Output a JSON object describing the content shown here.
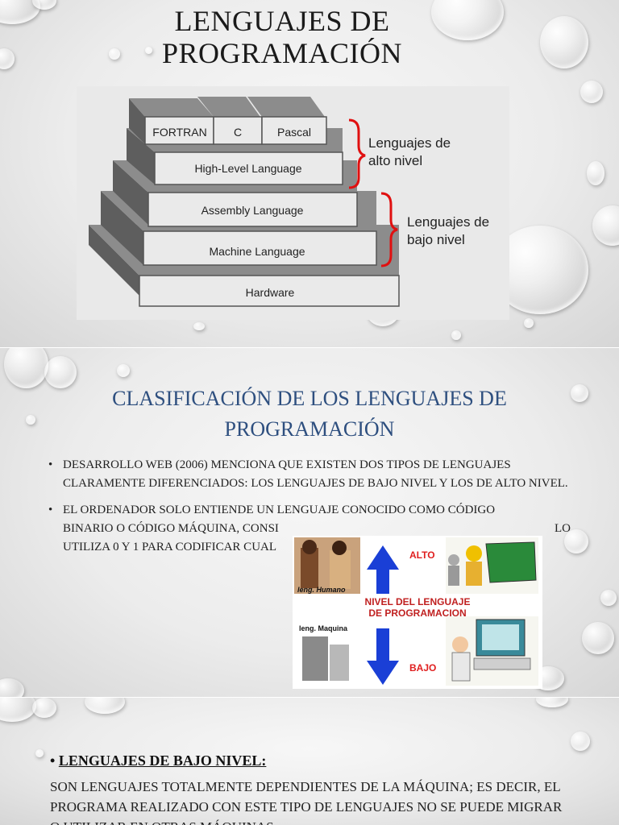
{
  "slide1": {
    "title_line1": "LENGUAJES DE",
    "title_line2": "PROGRAMACIÓN",
    "diagram": {
      "tops": [
        "FORTRAN",
        "C",
        "Pascal"
      ],
      "high_level": "High-Level Language",
      "assembly": "Assembly Language",
      "machine": "Machine Language",
      "hardware": "Hardware",
      "label_alto_1": "Lenguajes de",
      "label_alto_2": "alto nivel",
      "label_bajo_1": "Lenguajes de",
      "label_bajo_2": "bajo nivel",
      "bracket_color": "#e01010"
    }
  },
  "slide2": {
    "title_line1": "CLASIFICACIÓN DE LOS LENGUAJES DE",
    "title_line2": "PROGRAMACIÓN",
    "bullet_char": "•",
    "bullet1": "DESARROLLO WEB (2006) MENCIONA QUE EXISTEN DOS TIPOS DE LENGUAJES CLARAMENTE DIFERENCIADOS: LOS LENGUAJES DE BAJO NIVEL Y LOS DE ALTO NIVEL.",
    "bullet2_line1": "EL ORDENADOR SOLO ENTIENDE UN LENGUAJE CONOCIDO COMO CÓDIGO",
    "bullet2_line2_a": "BINARIO O CÓDIGO MÁQUINA, CONSI",
    "bullet2_line2_b": "LO",
    "bullet2_line3": "UTILIZA 0 Y 1 PARA CODIFICAR CUAL",
    "image": {
      "alto": "ALTO",
      "bajo": "BAJO",
      "humano": "leng. Humano",
      "maquina": "leng. Maquina",
      "nivel_1": "NIVEL DEL LENGUAJE",
      "nivel_2": "DE PROGRAMACION"
    }
  },
  "slide3": {
    "bullet_char": "•",
    "heading": "LENGUAJES DE BAJO NIVEL:",
    "paragraph": "SON LENGUAJES TOTALMENTE DEPENDIENTES DE LA MÁQUINA; ES DECIR, EL PROGRAMA REALIZADO CON ESTE TIPO DE LENGUAJES NO SE PUEDE MIGRAR O UTILIZAR EN OTRAS MÁQUINAS."
  }
}
